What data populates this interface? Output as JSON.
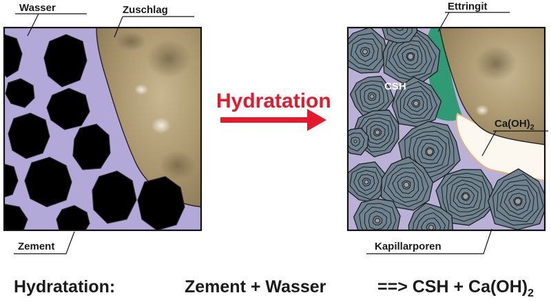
{
  "diagram": {
    "left_panel": {
      "labels": {
        "water": "Wasser",
        "aggregate": "Zuschlag",
        "cement": "Zement"
      }
    },
    "process": {
      "arrow_label": "Hydratation"
    },
    "right_panel": {
      "labels": {
        "ettringite": "Ettringit",
        "csh": "CSH",
        "calcium_hydroxide": "Ca(OH)",
        "calcium_hydroxide_subscript": "2",
        "capillary_pores": "Kapillarporen"
      }
    },
    "equation": {
      "title": "Hydratation:",
      "lhs": "Zement + Wasser",
      "rhs": "==> CSH + Ca(OH)",
      "rhs_subscript": "2"
    },
    "colors": {
      "water": "#b3a9d9",
      "cement_grain": "#8a8a8a",
      "aggregate": "#a8926c",
      "csh": "#6e8290",
      "ettringite": "#2f9a73",
      "calcium_hydroxide": "#fdf8ef",
      "arrow": "#e5192c"
    }
  }
}
